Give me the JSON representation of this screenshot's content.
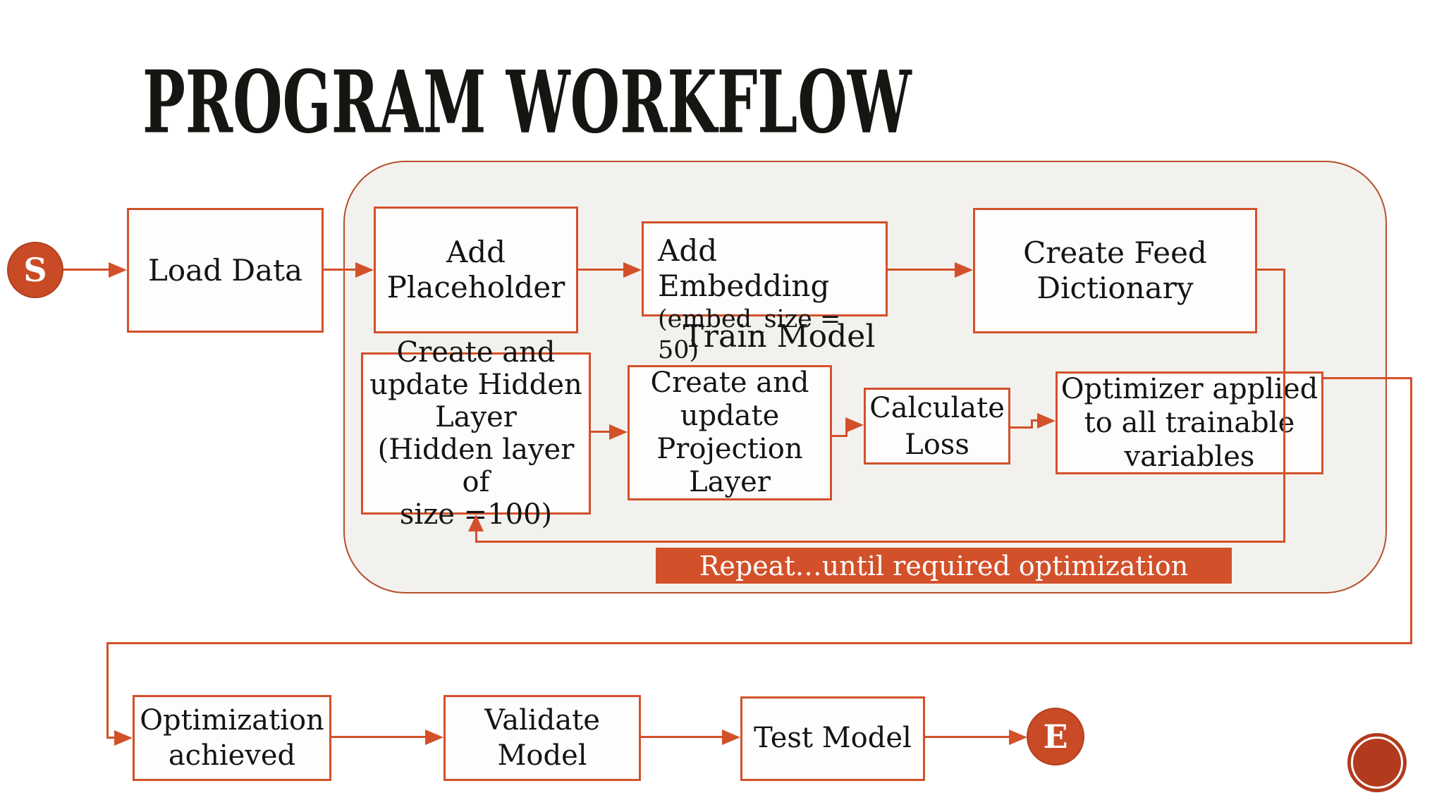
{
  "slide": {
    "title": "PROGRAM WORKFLOW"
  },
  "start_node": {
    "label": "S"
  },
  "end_node": {
    "label": "E"
  },
  "group": {
    "label": "Train Model"
  },
  "nodes": {
    "load_data": "Load Data",
    "add_placeholder": "Add\nPlaceholder",
    "add_embedding_line1": "Add Embedding",
    "add_embedding_line2": "(embed_size = 50)",
    "create_feed_dictionary": "Create Feed\nDictionary",
    "hidden_layer": "Create and\nupdate Hidden\nLayer\n(Hidden layer of\nsize =100)",
    "projection_layer": "Create and\nupdate\nProjection\nLayer",
    "calculate_loss": "Calculate\nLoss",
    "optimizer": "Optimizer applied\nto all trainable\nvariables",
    "optimization_achieved": "Optimization\nachieved",
    "validate_model": "Validate\nModel",
    "test_model": "Test Model"
  },
  "banner": {
    "label": "Repeat…until required optimization"
  },
  "colors": {
    "accent": "#d2512a",
    "accent_dark": "#b5502c",
    "banner_fill": "#d2512a",
    "circle_fill": "#c94b26",
    "stamp_fill": "#b23a1d",
    "container_fill": "#f3f1ee",
    "node_fill": "#fefdfc",
    "ink": "#141414",
    "title_color": "#171512"
  }
}
